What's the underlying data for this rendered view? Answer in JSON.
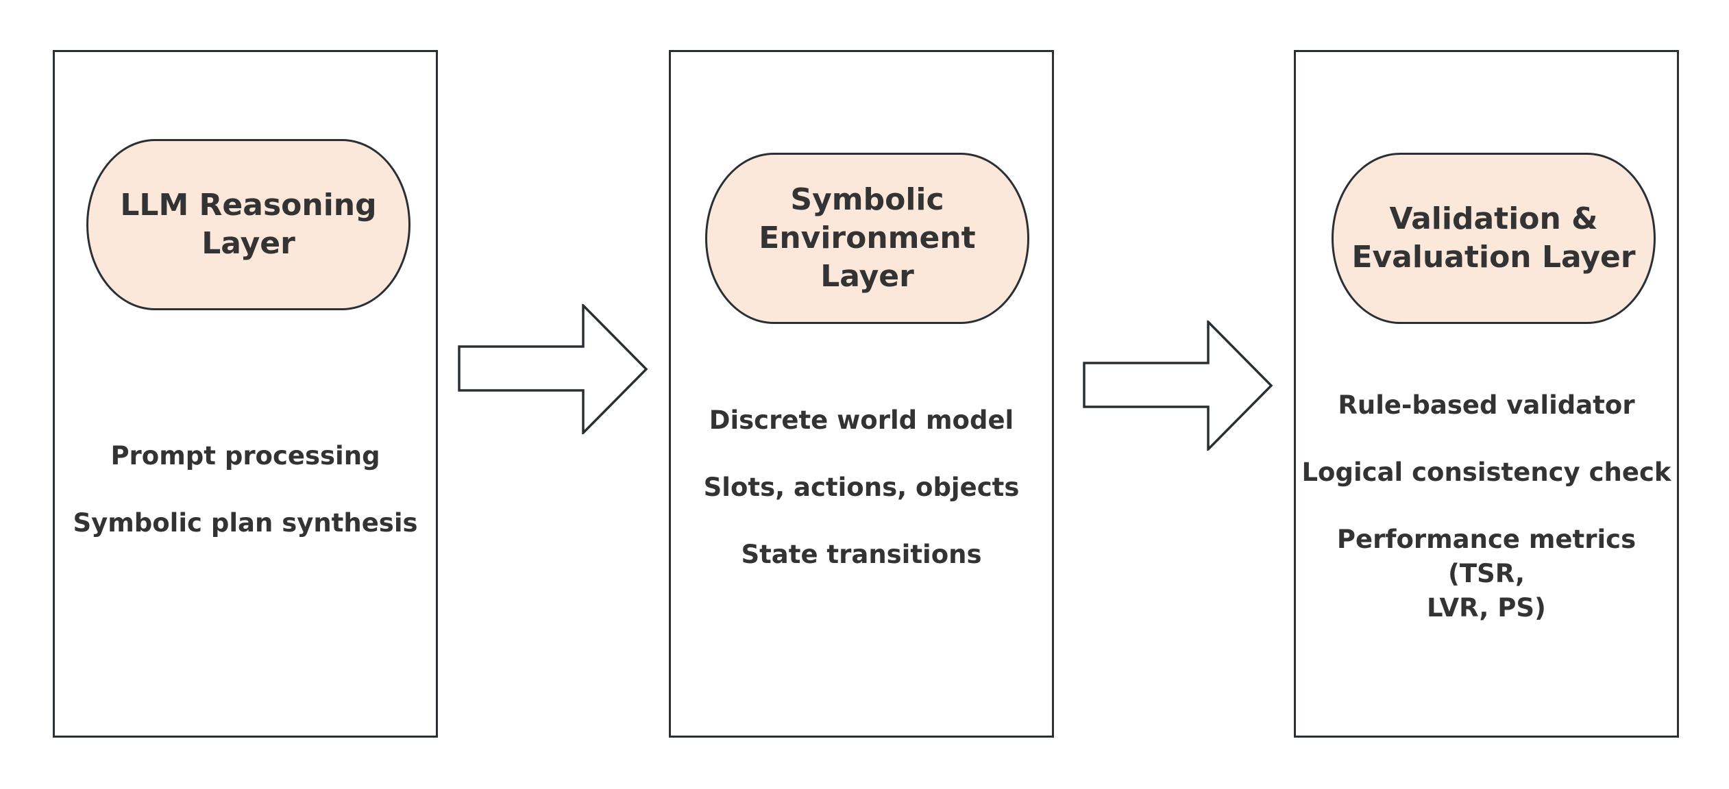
{
  "layers": [
    {
      "title_lines": [
        "LLM Reasoning",
        "Layer"
      ],
      "items": [
        "Prompt processing",
        "Symbolic plan synthesis"
      ]
    },
    {
      "title_lines": [
        "Symbolic",
        "Environment",
        "Layer"
      ],
      "items": [
        "Discrete world model",
        "Slots, actions, objects",
        "State transitions"
      ]
    },
    {
      "title_lines": [
        "Validation &",
        "Evaluation Layer"
      ],
      "items": [
        "Rule-based validator",
        "Logical consistency check",
        "Performance metrics (TSR,",
        "LVR, PS)"
      ]
    }
  ]
}
